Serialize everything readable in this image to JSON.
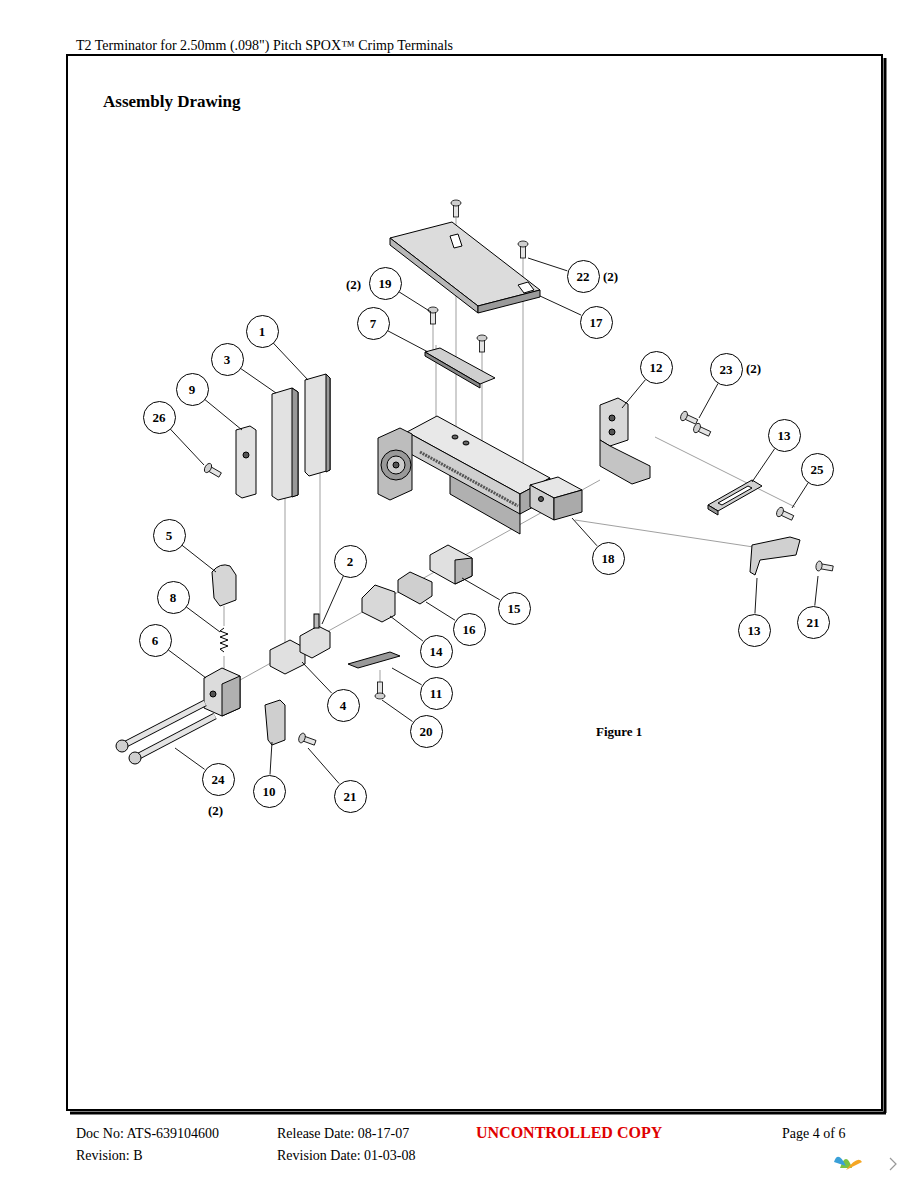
{
  "diagram": {
    "title": "Assembly Drawing",
    "caption": "Figure 1",
    "nodes": [
      {
        "text": [
          "22"
        ]
      },
      {
        "text": [
          "19"
        ]
      },
      {
        "text": [
          "17"
        ]
      },
      {
        "text": [
          "7"
        ]
      },
      {
        "text": [
          "1"
        ]
      },
      {
        "text": [
          "3"
        ]
      },
      {
        "text": [
          "12"
        ]
      },
      {
        "text": [
          "23"
        ]
      },
      {
        "text": [
          "9"
        ]
      },
      {
        "text": [
          "26"
        ]
      },
      {
        "text": [
          "13"
        ]
      },
      {
        "text": [
          "25"
        ]
      },
      {
        "text": [
          "5"
        ]
      },
      {
        "text": [
          "18"
        ]
      },
      {
        "text": [
          "2"
        ]
      },
      {
        "text": [
          "8"
        ]
      },
      {
        "text": [
          "15"
        ]
      },
      {
        "text": [
          "21"
        ]
      },
      {
        "text": [
          "16"
        ]
      },
      {
        "text": [
          "13"
        ]
      },
      {
        "text": [
          "6"
        ]
      },
      {
        "text": [
          "14"
        ]
      },
      {
        "text": [
          "11"
        ]
      },
      {
        "text": [
          "4"
        ]
      },
      {
        "text": [
          "20"
        ]
      },
      {
        "text": [
          "24"
        ]
      },
      {
        "text": [
          "10"
        ]
      },
      {
        "text": [
          "21"
        ]
      }
    ],
    "labels": [
      "T2 Terminator for 2.50mm (.098\") Pitch SPOX™ Crimp Terminals",
      "(2)",
      "(2)",
      "(2)",
      "(2)",
      "Doc No: ATS-639104600",
      "Release Date: 08-17-07",
      "UNCONTROLLED COPY",
      "Page 4 of 6",
      "Revision: B",
      "Revision Date: 01-03-08"
    ]
  }
}
